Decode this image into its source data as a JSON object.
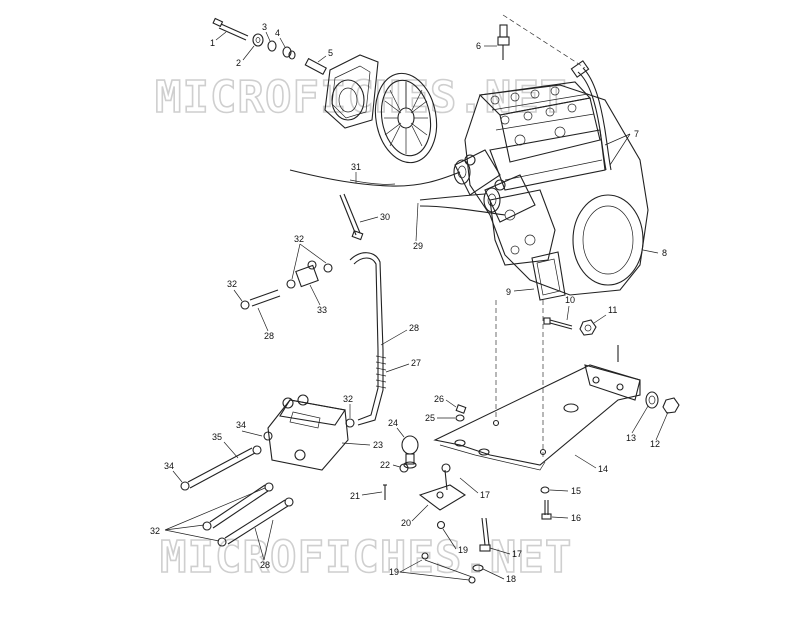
{
  "watermark": {
    "top": "MICROFICHES.NET",
    "bottom": "MICROFICHES.NET"
  },
  "callouts": [
    {
      "id": "c1",
      "text": "1"
    },
    {
      "id": "c2",
      "text": "2"
    },
    {
      "id": "c3",
      "text": "3"
    },
    {
      "id": "c4",
      "text": "4"
    },
    {
      "id": "c5",
      "text": "5"
    },
    {
      "id": "c6",
      "text": "6"
    },
    {
      "id": "c7",
      "text": "7"
    },
    {
      "id": "c8",
      "text": "8"
    },
    {
      "id": "c9",
      "text": "9"
    },
    {
      "id": "c10",
      "text": "10"
    },
    {
      "id": "c11",
      "text": "11"
    },
    {
      "id": "c12",
      "text": "12"
    },
    {
      "id": "c13",
      "text": "13"
    },
    {
      "id": "c14",
      "text": "14"
    },
    {
      "id": "c15",
      "text": "15"
    },
    {
      "id": "c16",
      "text": "16"
    },
    {
      "id": "c17a",
      "text": "17"
    },
    {
      "id": "c17b",
      "text": "17"
    },
    {
      "id": "c18",
      "text": "18"
    },
    {
      "id": "c19a",
      "text": "19"
    },
    {
      "id": "c19b",
      "text": "19"
    },
    {
      "id": "c20",
      "text": "20"
    },
    {
      "id": "c21",
      "text": "21"
    },
    {
      "id": "c22",
      "text": "22"
    },
    {
      "id": "c23",
      "text": "23"
    },
    {
      "id": "c24",
      "text": "24"
    },
    {
      "id": "c25",
      "text": "25"
    },
    {
      "id": "c26",
      "text": "26"
    },
    {
      "id": "c27",
      "text": "27"
    },
    {
      "id": "c28a",
      "text": "28"
    },
    {
      "id": "c28b",
      "text": "28"
    },
    {
      "id": "c28c",
      "text": "28"
    },
    {
      "id": "c29",
      "text": "29"
    },
    {
      "id": "c30",
      "text": "30"
    },
    {
      "id": "c31",
      "text": "31"
    },
    {
      "id": "c32a",
      "text": "32"
    },
    {
      "id": "c32b",
      "text": "32"
    },
    {
      "id": "c32c",
      "text": "32"
    },
    {
      "id": "c32d",
      "text": "32"
    },
    {
      "id": "c33",
      "text": "33"
    },
    {
      "id": "c34a",
      "text": "34"
    },
    {
      "id": "c34b",
      "text": "34"
    },
    {
      "id": "c35",
      "text": "35"
    }
  ]
}
